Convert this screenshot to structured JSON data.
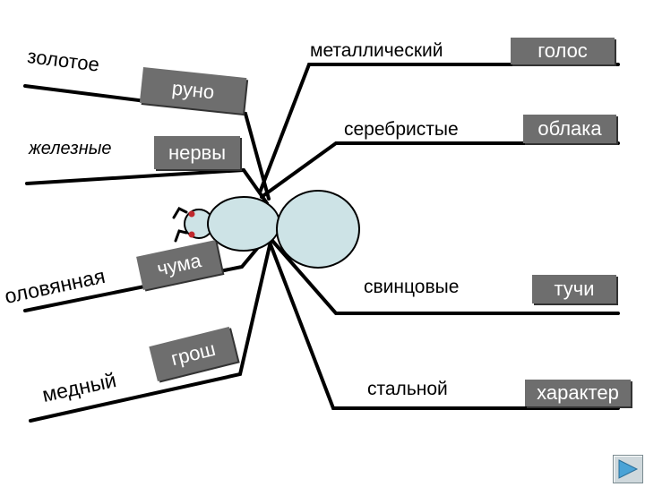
{
  "words": {
    "zolotoe": "золотое",
    "zheleznye": "железные",
    "olovyannaya": "оловянная",
    "mednyi": "медный",
    "metallicheskii": "металлический",
    "serebristye": "серебристые",
    "svintsovye": "свинцовые",
    "stalnoi": "стальной"
  },
  "boxes": {
    "runo": "руно",
    "nervy": "нервы",
    "chuma": "чума",
    "grosh": "грош",
    "golos": "голос",
    "oblaka": "облака",
    "tuchi": "тучи",
    "kharakter": "характер"
  },
  "colors": {
    "body": "#cde3e6",
    "box": "#6e6e6e",
    "text": "#000000",
    "box_text": "#ffffff",
    "eye": "#c0282d"
  },
  "nav": {
    "icon": "next-slide-icon"
  }
}
